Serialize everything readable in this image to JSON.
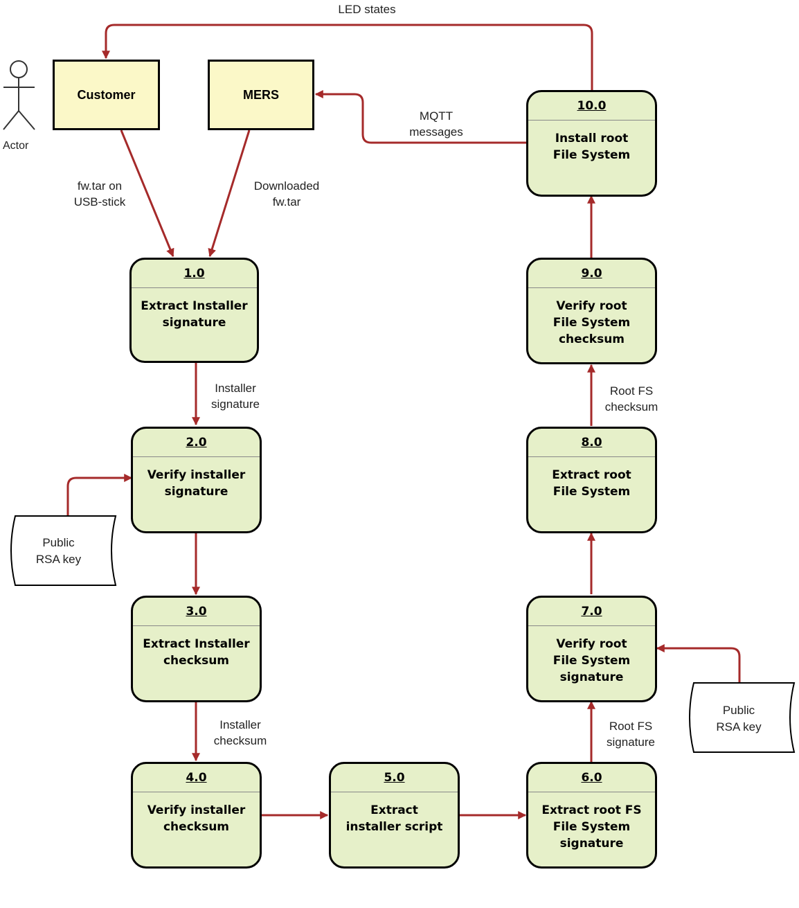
{
  "actor": {
    "label": "Actor"
  },
  "entities": [
    {
      "id": "customer",
      "label": "Customer"
    },
    {
      "id": "mers",
      "label": "MERS"
    }
  ],
  "processes": [
    {
      "id": "1.0",
      "label": "Extract Installer\nsignature"
    },
    {
      "id": "2.0",
      "label": "Verify installer\nsignature"
    },
    {
      "id": "3.0",
      "label": "Extract Installer\nchecksum"
    },
    {
      "id": "4.0",
      "label": "Verify installer\nchecksum"
    },
    {
      "id": "5.0",
      "label": "Extract\ninstaller script"
    },
    {
      "id": "6.0",
      "label": "Extract root FS\nFile System\nsignature"
    },
    {
      "id": "7.0",
      "label": "Verify root\nFile System\nsignature"
    },
    {
      "id": "8.0",
      "label": "Extract root\nFile System"
    },
    {
      "id": "9.0",
      "label": "Verify root\nFile System\nchecksum"
    },
    {
      "id": "10.0",
      "label": "Install root\nFile System"
    }
  ],
  "stores": [
    {
      "label": "Public\nRSA key"
    },
    {
      "label": "Public\nRSA key"
    }
  ],
  "flows": {
    "led_states": "LED states",
    "mqtt": "MQTT\nmessages",
    "usb": "fw.tar on\nUSB-stick",
    "downloaded": "Downloaded\nfw.tar",
    "installer_signature": "Installer\nsignature",
    "installer_checksum": "Installer\nchecksum",
    "rootfs_checksum": "Root FS\nchecksum",
    "rootfs_signature": "Root FS\nsignature"
  },
  "colors": {
    "arrow": "#a52a2a",
    "process_fill": "#e6f0c9",
    "entity_fill": "#fbf8c8"
  }
}
